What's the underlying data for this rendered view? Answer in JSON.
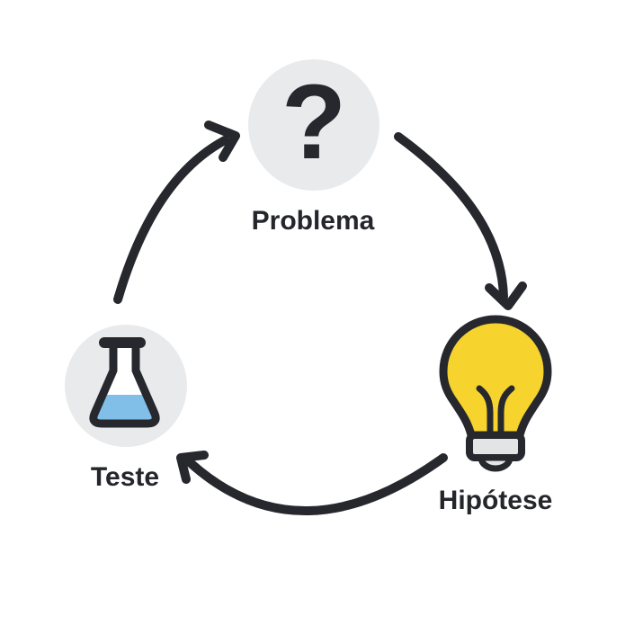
{
  "diagram": {
    "type": "cycle-diagram",
    "language": "pt",
    "nodes": [
      {
        "id": "problema",
        "label": "Problema",
        "icon": "question-mark-icon",
        "glyph": "?"
      },
      {
        "id": "hipotese",
        "label": "Hipótese",
        "icon": "light-bulb-icon"
      },
      {
        "id": "teste",
        "label": "Teste",
        "icon": "flask-icon"
      }
    ],
    "edges": [
      {
        "from": "Teste",
        "to": "Problema"
      },
      {
        "from": "Problema",
        "to": "Hipótese"
      },
      {
        "from": "Hipótese",
        "to": "Teste"
      }
    ],
    "colors": {
      "ink": "#26282e",
      "node_circle_bg": "#e9eaec",
      "bulb_yellow": "#f7d32e",
      "bulb_base_gray": "#e3e4e6",
      "flask_liquid_blue": "#82bfe8",
      "background": "#ffffff"
    }
  }
}
